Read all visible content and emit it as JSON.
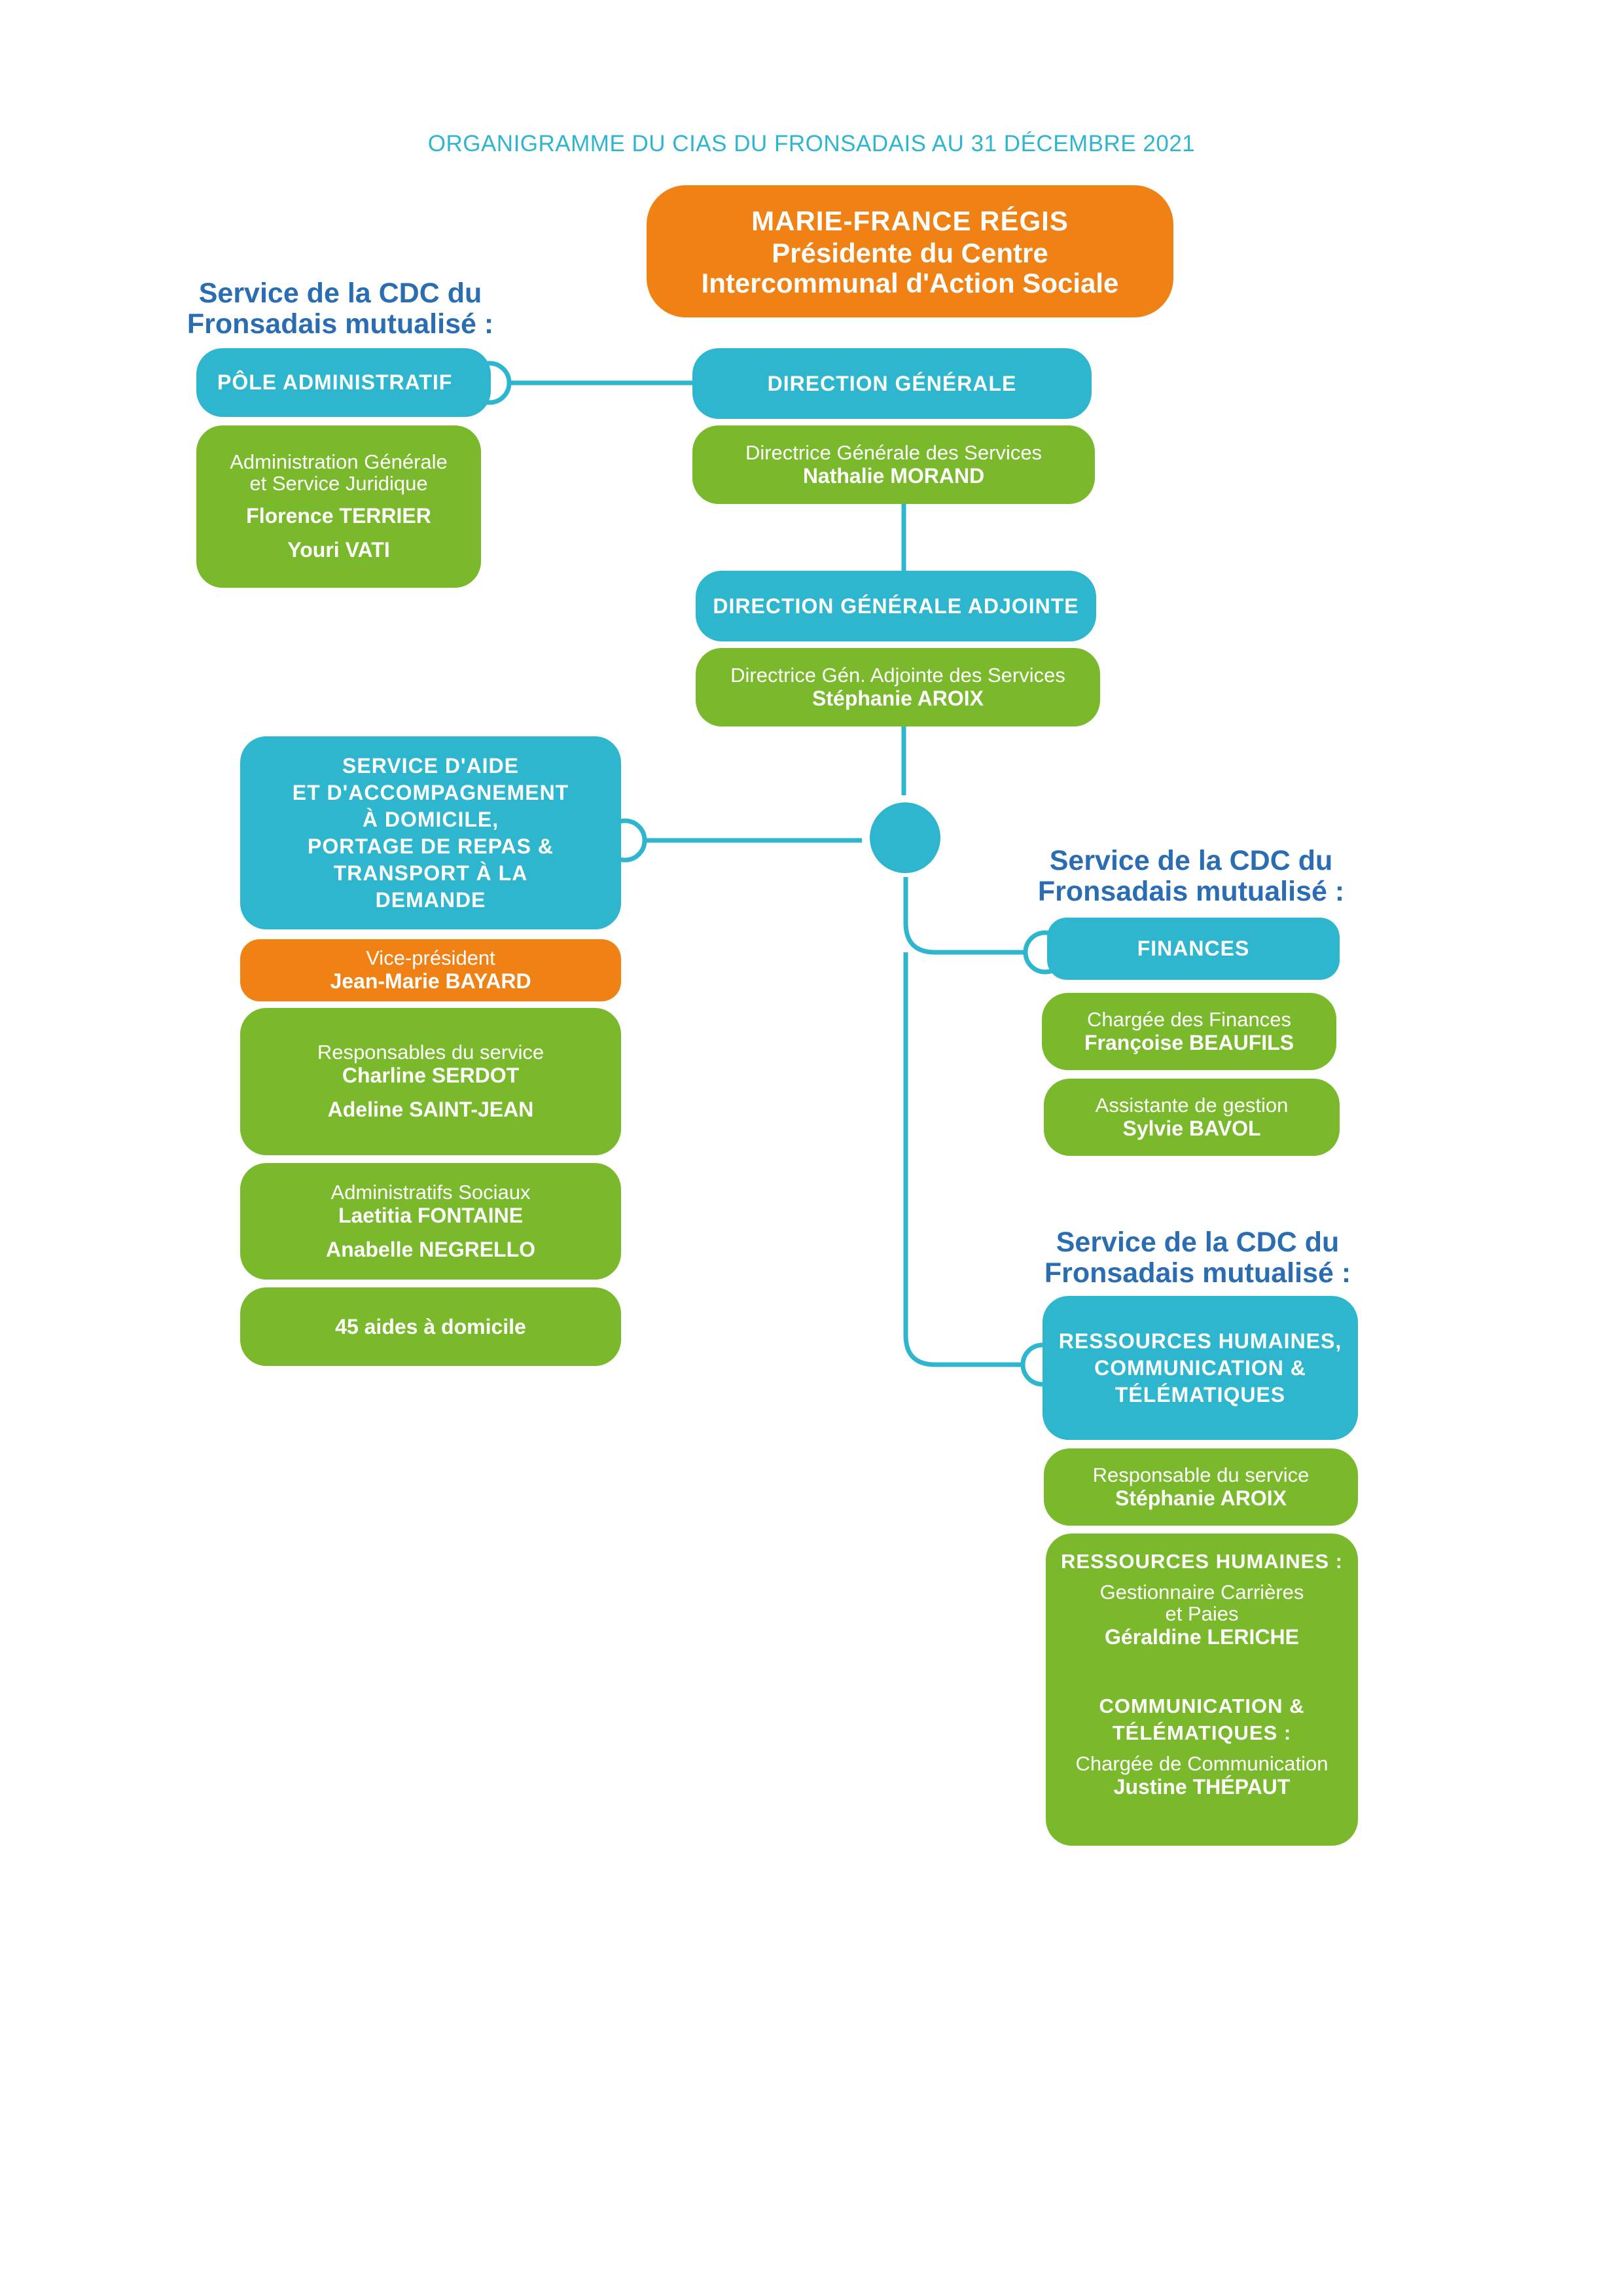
{
  "title": "ORGANIGRAMME DU CIAS DU FRONSADAIS AU 31 DÉCEMBRE 2021",
  "president": {
    "name": "MARIE-FRANCE RÉGIS",
    "role_line1": "Présidente du Centre",
    "role_line2": "Intercommunal d'Action Sociale"
  },
  "mutualise_line1": "Service de la CDC du",
  "mutualise_line2": "Fronsadais mutualisé :",
  "pole_admin": {
    "header": "PÔLE ADMINISTRATIF",
    "role_line1": "Administration Générale",
    "role_line2": "et Service Juridique",
    "person1": "Florence TERRIER",
    "person2": "Youri VATI"
  },
  "direction_generale": {
    "header": "DIRECTION GÉNÉRALE",
    "role": "Directrice Générale des Services",
    "person": "Nathalie MORAND"
  },
  "direction_adjointe": {
    "header": "DIRECTION GÉNÉRALE ADJOINTE",
    "role": "Directrice Gén. Adjointe des Services",
    "person": "Stéphanie AROIX"
  },
  "saad": {
    "header_lines": [
      "SERVICE D'AIDE",
      "ET D'ACCOMPAGNEMENT",
      "À DOMICILE,",
      "PORTAGE DE REPAS &",
      "TRANSPORT À LA",
      "DEMANDE"
    ],
    "vp_role": "Vice-président",
    "vp_person": "Jean-Marie BAYARD",
    "resp_role": "Responsables du service",
    "resp_person1": "Charline SERDOT",
    "resp_person2": "Adeline SAINT-JEAN",
    "admin_role": "Administratifs Sociaux",
    "admin_person1": "Laetitia FONTAINE",
    "admin_person2": "Anabelle NEGRELLO",
    "aides": "45 aides à domicile"
  },
  "finances": {
    "header": "FINANCES",
    "role1": "Chargée des Finances",
    "person1": "Françoise BEAUFILS",
    "role2": "Assistante de gestion",
    "person2": "Sylvie BAVOL"
  },
  "rh": {
    "header_lines": [
      "RESSOURCES HUMAINES,",
      "COMMUNICATION &",
      "TÉLÉMATIQUES"
    ],
    "resp_role": "Responsable du service",
    "resp_person": "Stéphanie AROIX",
    "rh_section": "RESSOURCES HUMAINES :",
    "rh_role_line1": "Gestionnaire Carrières",
    "rh_role_line2": "et Paies",
    "rh_person": "Géraldine LERICHE",
    "comm_section_line1": "COMMUNICATION &",
    "comm_section_line2": "TÉLÉMATIQUES :",
    "comm_role": "Chargée de Communication",
    "comm_person": "Justine THÉPAUT"
  },
  "colors": {
    "blue": "#2fb6cf",
    "green": "#7ab82c",
    "orange": "#f08114",
    "title": "#2fb6cf",
    "mutual": "#2a6db2"
  }
}
